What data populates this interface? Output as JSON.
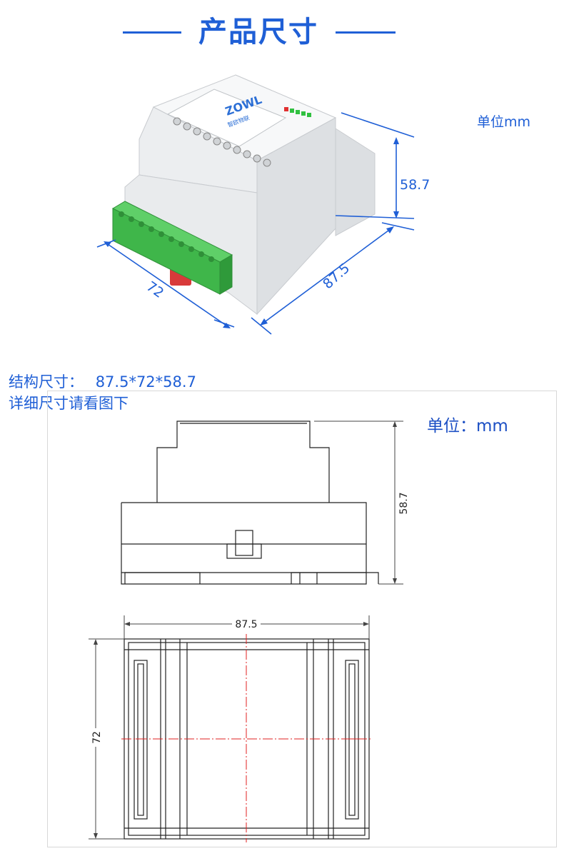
{
  "header": {
    "title": "产品尺寸"
  },
  "photo": {
    "unit": "单位mm",
    "height_label": "58.7",
    "width_label": "87.5",
    "depth_label": "72",
    "brand_logo": "ZOWL",
    "brand_cn": "智欧物联"
  },
  "spec": {
    "structure_label": "结构尺寸：",
    "structure_value": "87.5*72*58.7",
    "detail_text": "详细尺寸请看图下"
  },
  "drawing": {
    "unit": "单位：mm",
    "side_height": "58.7",
    "top_width": "87.5",
    "top_depth": "72"
  },
  "colors": {
    "accent": "#1f5fd6",
    "terminal_green": "#3fb64a",
    "case": "#eef0f2",
    "red_centerline": "#e02020"
  }
}
